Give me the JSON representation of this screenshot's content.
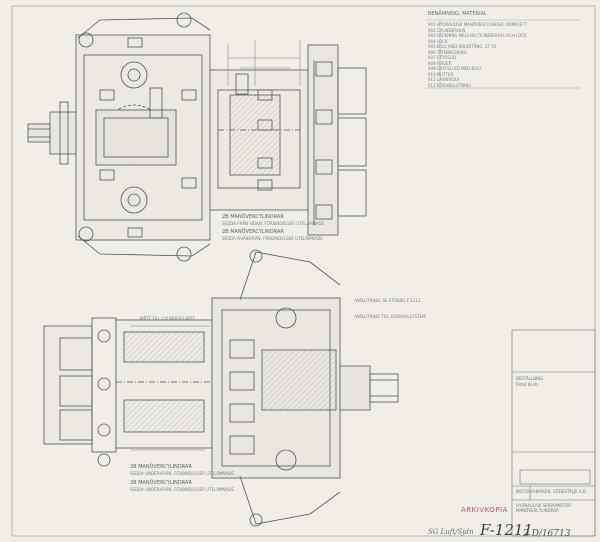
{
  "document": {
    "title_block": {
      "firm_line": "MOTORFABRIKEN, SÖDERTÄLJE A.B.",
      "description_lines": [
        "HYDRAULISK SERVOMOTOR",
        "MANÖVERCYLINDRAR"
      ]
    },
    "stamp": "ARKIVKOPIA",
    "drawing_number": "F-1211",
    "revision_signature": "2 D/16713",
    "margin_signature": "SG Luft/Sjdn"
  },
  "legend": {
    "header": "BENÄMNING, MATERIAL",
    "rows": [
      {
        "no": "901",
        "text": "HYDRAULISK MANÖVERCYLINDER, KOMPLETT"
      },
      {
        "no": "902",
        "text": "CYLINDERHUS"
      },
      {
        "no": "903",
        "text": "PACKNING MELLAN CYLINDERHUS OCH LOCK"
      },
      {
        "no": "904",
        "text": "LOCK"
      },
      {
        "no": "905",
        "text": "KOLV MED KOLVSTÅNG, ST 45"
      },
      {
        "no": "906",
        "text": "TÄTNINGSRING"
      },
      {
        "no": "907",
        "text": "STYRSLID"
      },
      {
        "no": "908",
        "text": "FJÄDER"
      },
      {
        "no": "909",
        "text": "GAFFELLED MED BULT"
      },
      {
        "no": "910",
        "text": "MUTTER"
      },
      {
        "no": "911",
        "text": "LÅSBRICKA"
      },
      {
        "no": "912",
        "text": "RÖRANSLUTNING"
      }
    ]
  },
  "annotations": {
    "top_view_caption": "2B MANÖVERCYLINDRAR",
    "top_view_sub": "SEDDA FRÅN SIDAN, FÖRBINDELSER UTELÄMNADE",
    "top_view_caption2": "2B MANÖVERCYLINDRAR",
    "top_view_sub2": "SEDDA OVANIFRÅN, FÖRBINDELSER UTELÄMNADE",
    "bottom_caption": "2B MANÖVERCYLINDRAR",
    "bottom_sub": "SEDDA UNDERIFRÅN, FÖRBINDELSER UTELÄMNADE",
    "bottom_caption2": "2B MANÖVERCYLINDRAR",
    "bottom_sub2": "SEDDA UNDERIFRÅN, FÖRBINDELSER UTELÄMNADE",
    "mid_note": "ANSLUTNING, SE RITNING F 1212",
    "mid_note2": "ANSLUTNING TILL HYDRAULSYSTEM",
    "left_note": "MÅTT TILL CYLINDERS MITT",
    "titleblock_note": "BESTÄLLNING",
    "titleblock_sign": "Ritad  Kontr."
  }
}
